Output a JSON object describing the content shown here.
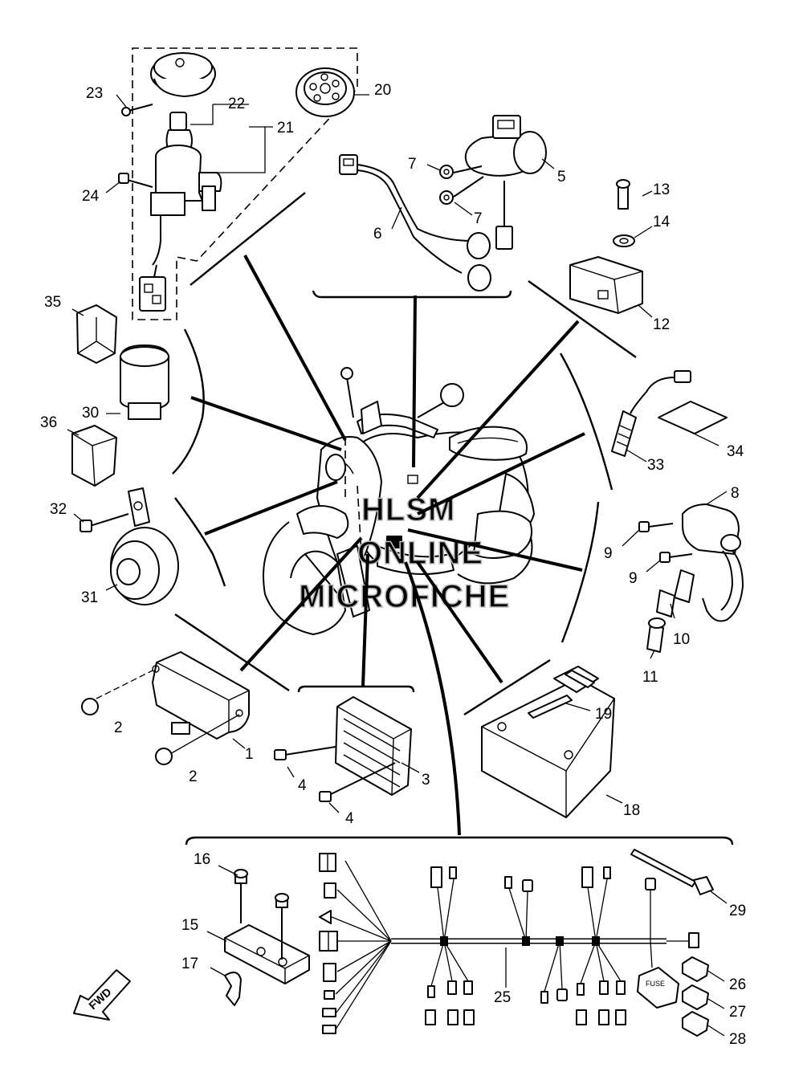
{
  "callouts": {
    "c1": "1",
    "c2a": "2",
    "c2b": "2",
    "c3": "3",
    "c4a": "4",
    "c4b": "4",
    "c5": "5",
    "c6": "6",
    "c7a": "7",
    "c7b": "7",
    "c8": "8",
    "c9a": "9",
    "c9b": "9",
    "c10": "10",
    "c11": "11",
    "c12": "12",
    "c13": "13",
    "c14": "14",
    "c15": "15",
    "c16": "16",
    "c17": "17",
    "c18": "18",
    "c19": "19",
    "c20": "20",
    "c21": "21",
    "c22": "22",
    "c23": "23",
    "c24": "24",
    "c25": "25",
    "c26": "26",
    "c27": "27",
    "c28": "28",
    "c29": "29",
    "c30": "30",
    "c31": "31",
    "c32": "32",
    "c33": "33",
    "c34": "34",
    "c35": "35",
    "c36": "36"
  },
  "fwd_label": "FWD",
  "fuse_label": "FUSE",
  "watermark": {
    "line1": "HLSM",
    "line2": "ONLINE",
    "line3": "MICROFICHE",
    "color": "#bdbdbd"
  },
  "icons": {
    "fwd": "fwd-arrow-icon",
    "fuse": "fuse-icon"
  }
}
